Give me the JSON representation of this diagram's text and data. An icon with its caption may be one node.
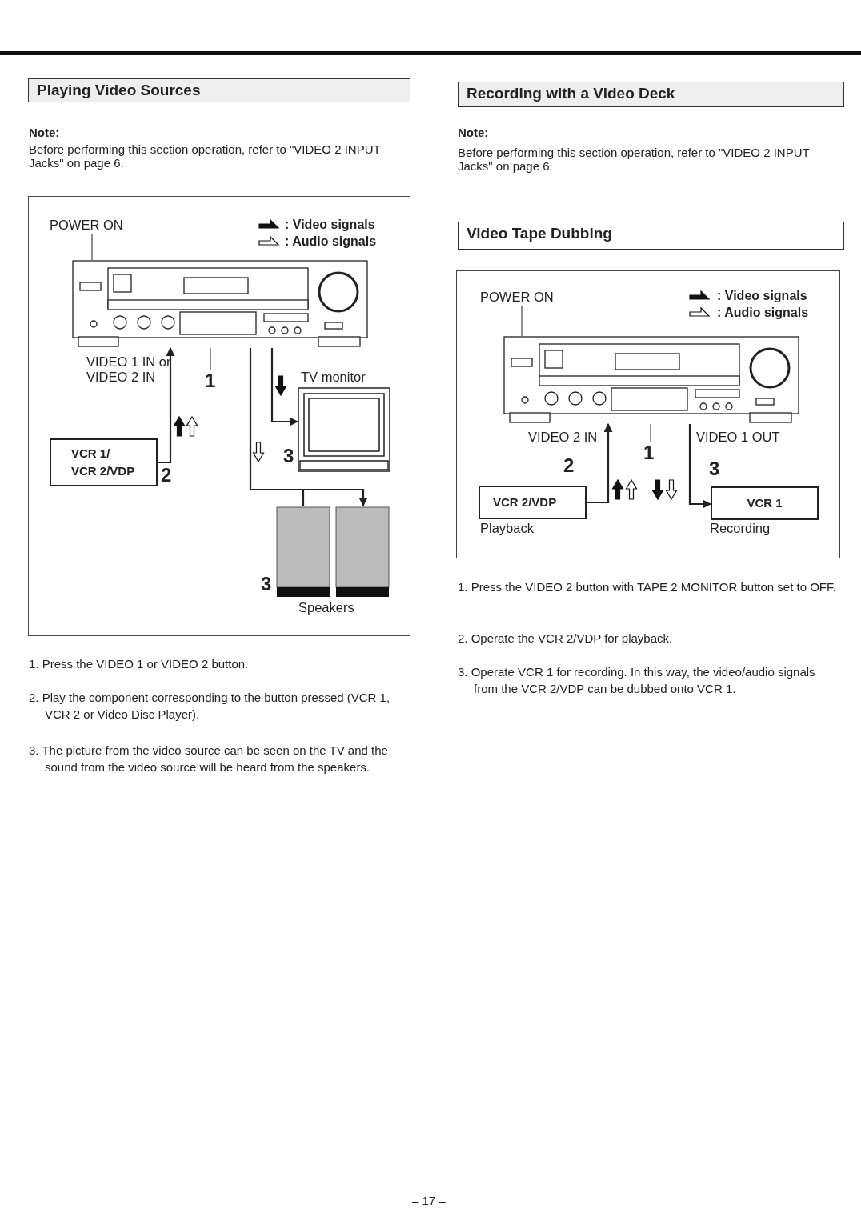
{
  "diagram": {
    "nodes": [
      {
        "text": [
          "Playing Video Sources"
        ]
      },
      {
        "text": [
          "POWER ON"
        ]
      },
      {
        "text": [],
        "shape": "picture"
      },
      {
        "text": [
          "1"
        ]
      },
      {
        "text": [
          "VCR 1/ VCR 2/VDP"
        ],
        "beside": [
          "2"
        ]
      },
      {
        "text": [
          "TV monitor"
        ],
        "beside": [
          "3"
        ]
      },
      {
        "text": [
          "Speakers"
        ],
        "beside": [
          "3"
        ]
      },
      {
        "text": [
          "Recording with a Video Deck"
        ]
      },
      {
        "text": [
          "Video Tape Dubbing"
        ]
      },
      {
        "text": [
          "POWER ON"
        ]
      },
      {
        "text": [],
        "shape": "picture"
      },
      {
        "text": [
          "1"
        ]
      },
      {
        "text": [
          "VCR 2/VDP"
        ],
        "beside": [
          "2",
          "Playback"
        ]
      },
      {
        "text": [
          "VCR 1"
        ],
        "beside": [
          "3",
          "Recording"
        ]
      }
    ],
    "edges": [
      {
        "from": 1,
        "to": 2,
        "arrow": "none"
      },
      {
        "from": 3,
        "to": 2,
        "arrow": "none"
      },
      {
        "from": 4,
        "to": 2,
        "arrow": "to",
        "label": "VIDEO 1 IN or VIDEO 2 IN"
      },
      {
        "from": 2,
        "to": 5,
        "arrow": "to"
      },
      {
        "from": 2,
        "to": 6,
        "arrow": "to"
      },
      {
        "from": 9,
        "to": 10,
        "arrow": "none"
      },
      {
        "from": 11,
        "to": 10,
        "arrow": "none"
      },
      {
        "from": 12,
        "to": 10,
        "arrow": "to",
        "label": "VIDEO 2 IN"
      },
      {
        "from": 10,
        "to": 13,
        "arrow": "to",
        "label": "VIDEO 1 OUT"
      }
    ],
    "labels": [
      "Note:",
      "Before performing this section operation, refer to \"VIDEO 2 INPUT Jacks\" on page 6.",
      "1. Press the VIDEO 1 or VIDEO 2 button.",
      "2. Play the component corresponding to the button pressed (VCR 1, VCR 2 or Video Disc Player).",
      "3. The picture from the video source can be seen on the TV and the sound from the video source will be heard from the speakers.",
      "Note:",
      "Before performing this section operation, refer to \"VIDEO 2 INPUT Jacks\" on page 6.",
      "1. Press the VIDEO 2 button with TAPE 2 MONITOR button set to OFF.",
      "2. Operate the VCR 2/VDP for playback.",
      "3. Operate VCR 1 for recording. In this way, the video/audio signals from the VCR 2/VDP can be dubbed onto VCR 1.",
      "– 17 –"
    ],
    "legend": [
      {
        "text": ": Video signals"
      },
      {
        "text": ": Audio signals"
      },
      {
        "text": ": Video signals"
      },
      {
        "text": ": Audio signals"
      }
    ]
  }
}
